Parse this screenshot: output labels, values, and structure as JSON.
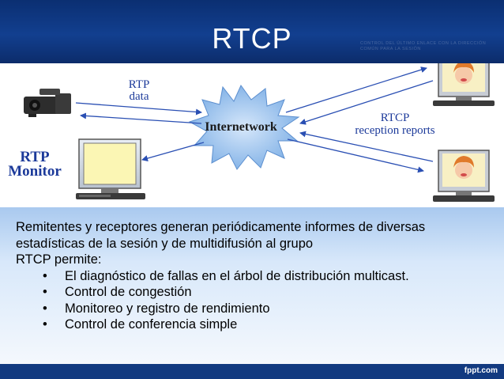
{
  "header": {
    "title": "RTCP",
    "decoration_text": "CONTROL DEL ÚLTIMO ENLACE CON LA DIRECCIÓN COMÚN PARA LA SESIÓN"
  },
  "diagram": {
    "rtp_data_label_1": "RTP",
    "rtp_data_label_2": "data",
    "rtp_monitor_label_1": "RTP",
    "rtp_monitor_label_2": "Monitor",
    "internetwork_label": "Internetwork",
    "rtcp_label_1": "RTCP",
    "rtcp_label_2": "reception reports"
  },
  "body": {
    "line1": "Remitentes y receptores generan periódicamente informes de diversas",
    "line2": "estadísticas de la sesión y de multidifusión al grupo",
    "line3": "RTCP permite:",
    "bullet_char": "•",
    "bullets": [
      "El diagnóstico de fallas en el árbol de distribución multicast.",
      "Control de congestión",
      "Monitoreo y registro de rendimiento",
      "Control de conferencia simple"
    ]
  },
  "footer": {
    "brand": "fppt.com"
  },
  "colors": {
    "header_bg": "#0b2f72",
    "panel_gradient_top": "#a9c9ef",
    "arrow_color": "#2a4fb3",
    "label_color": "#1c3a9a",
    "burst_fill": "#9ec3ea"
  }
}
